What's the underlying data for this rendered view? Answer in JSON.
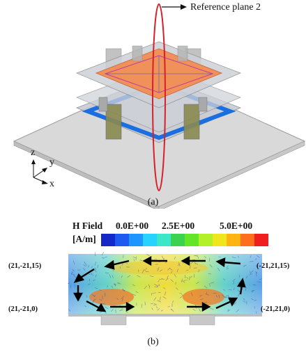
{
  "panel_a": {
    "reference_label": "Reference plane 2",
    "axis_z": "z",
    "axis_y": "y",
    "axis_x": "x",
    "caption": "(a)"
  },
  "panel_b": {
    "legend_title": "H Field",
    "legend_unit": "[A/m]",
    "ticks": [
      "0.0E+00",
      "2.5E+00",
      "5.0E+00"
    ],
    "colorbar_colors": [
      "#1428c8",
      "#1e5af0",
      "#1e96ff",
      "#28d2ff",
      "#3ce6c8",
      "#3cd250",
      "#64e628",
      "#b4f028",
      "#f0e61e",
      "#ffb414",
      "#ff6e1e",
      "#f01e1e"
    ],
    "coord_top_left": "(21,-21,15)",
    "coord_top_right": "(-21,21,15)",
    "coord_bottom_left": "(21,-21,0)",
    "coord_bottom_right": "(-21,21,0)",
    "caption": "(b)"
  }
}
